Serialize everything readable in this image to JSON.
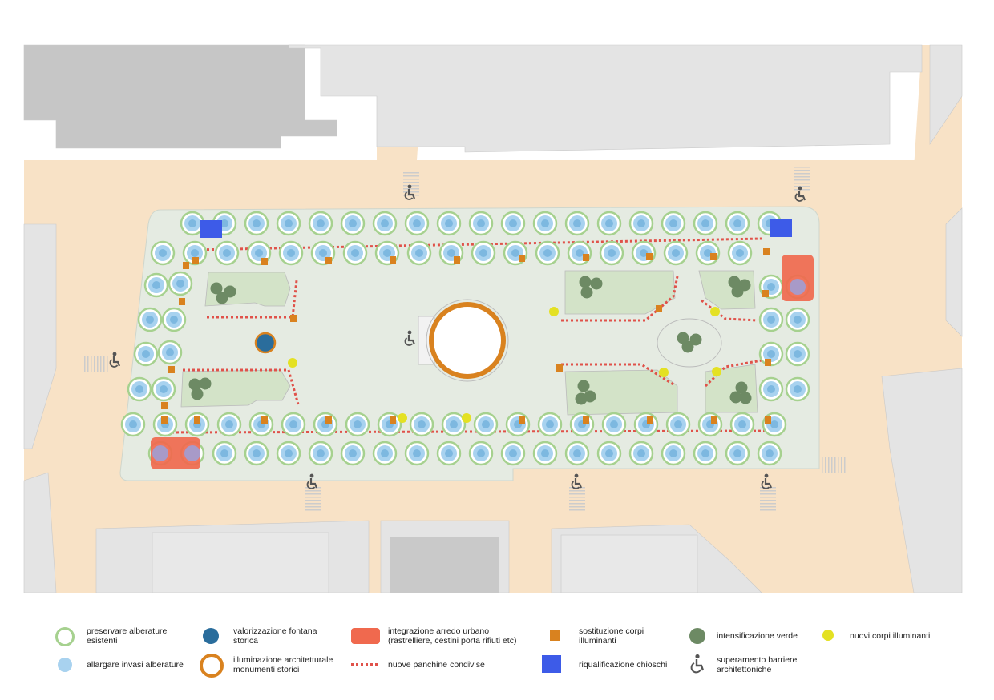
{
  "colors": {
    "road": "#f8e2c6",
    "building": "#e4e4e4",
    "building_dark": "#c6c6c6",
    "plaza": "#e5ebe2",
    "green": "#d3e3c8",
    "tree_ring": "#a6d18f",
    "tree_fill": "#a8d2ef",
    "tree_core": "#7db8e0",
    "fountain": "#2a6d9c",
    "monument_ring": "#d9821f",
    "urban_furniture": "#f0694e",
    "lamp_replace": "#d9821f",
    "bench": "#e0524a",
    "kiosk": "#3d5be8",
    "bush": "#6d8a64",
    "new_lamp": "#e4e123",
    "access": "#555555"
  },
  "legend": [
    {
      "id": "preserve-trees",
      "label": "preservare alberature\nesistenti"
    },
    {
      "id": "enlarge-tree-pits",
      "label": "allargare invasi alberature"
    },
    {
      "id": "fountain",
      "label": "valorizzazione fontana\nstorica"
    },
    {
      "id": "monument-lighting",
      "label": "illuminazione architetturale\nmonumenti storici"
    },
    {
      "id": "urban-furniture",
      "label": "integrazione arredo urbano\n(rastrelliere, cestini porta rifiuti etc)"
    },
    {
      "id": "shared-benches",
      "label": "nuove panchine condivise"
    },
    {
      "id": "lamp-replacement",
      "label": "sostituzione corpi\nilluminanti"
    },
    {
      "id": "kiosk",
      "label": "riqualificazione chioschi"
    },
    {
      "id": "green",
      "label": "intensificazione verde"
    },
    {
      "id": "accessibility",
      "label": "superamento barriere\narchitettoniche"
    },
    {
      "id": "new-lamps",
      "label": "nuovi corpi illuminanti"
    }
  ]
}
